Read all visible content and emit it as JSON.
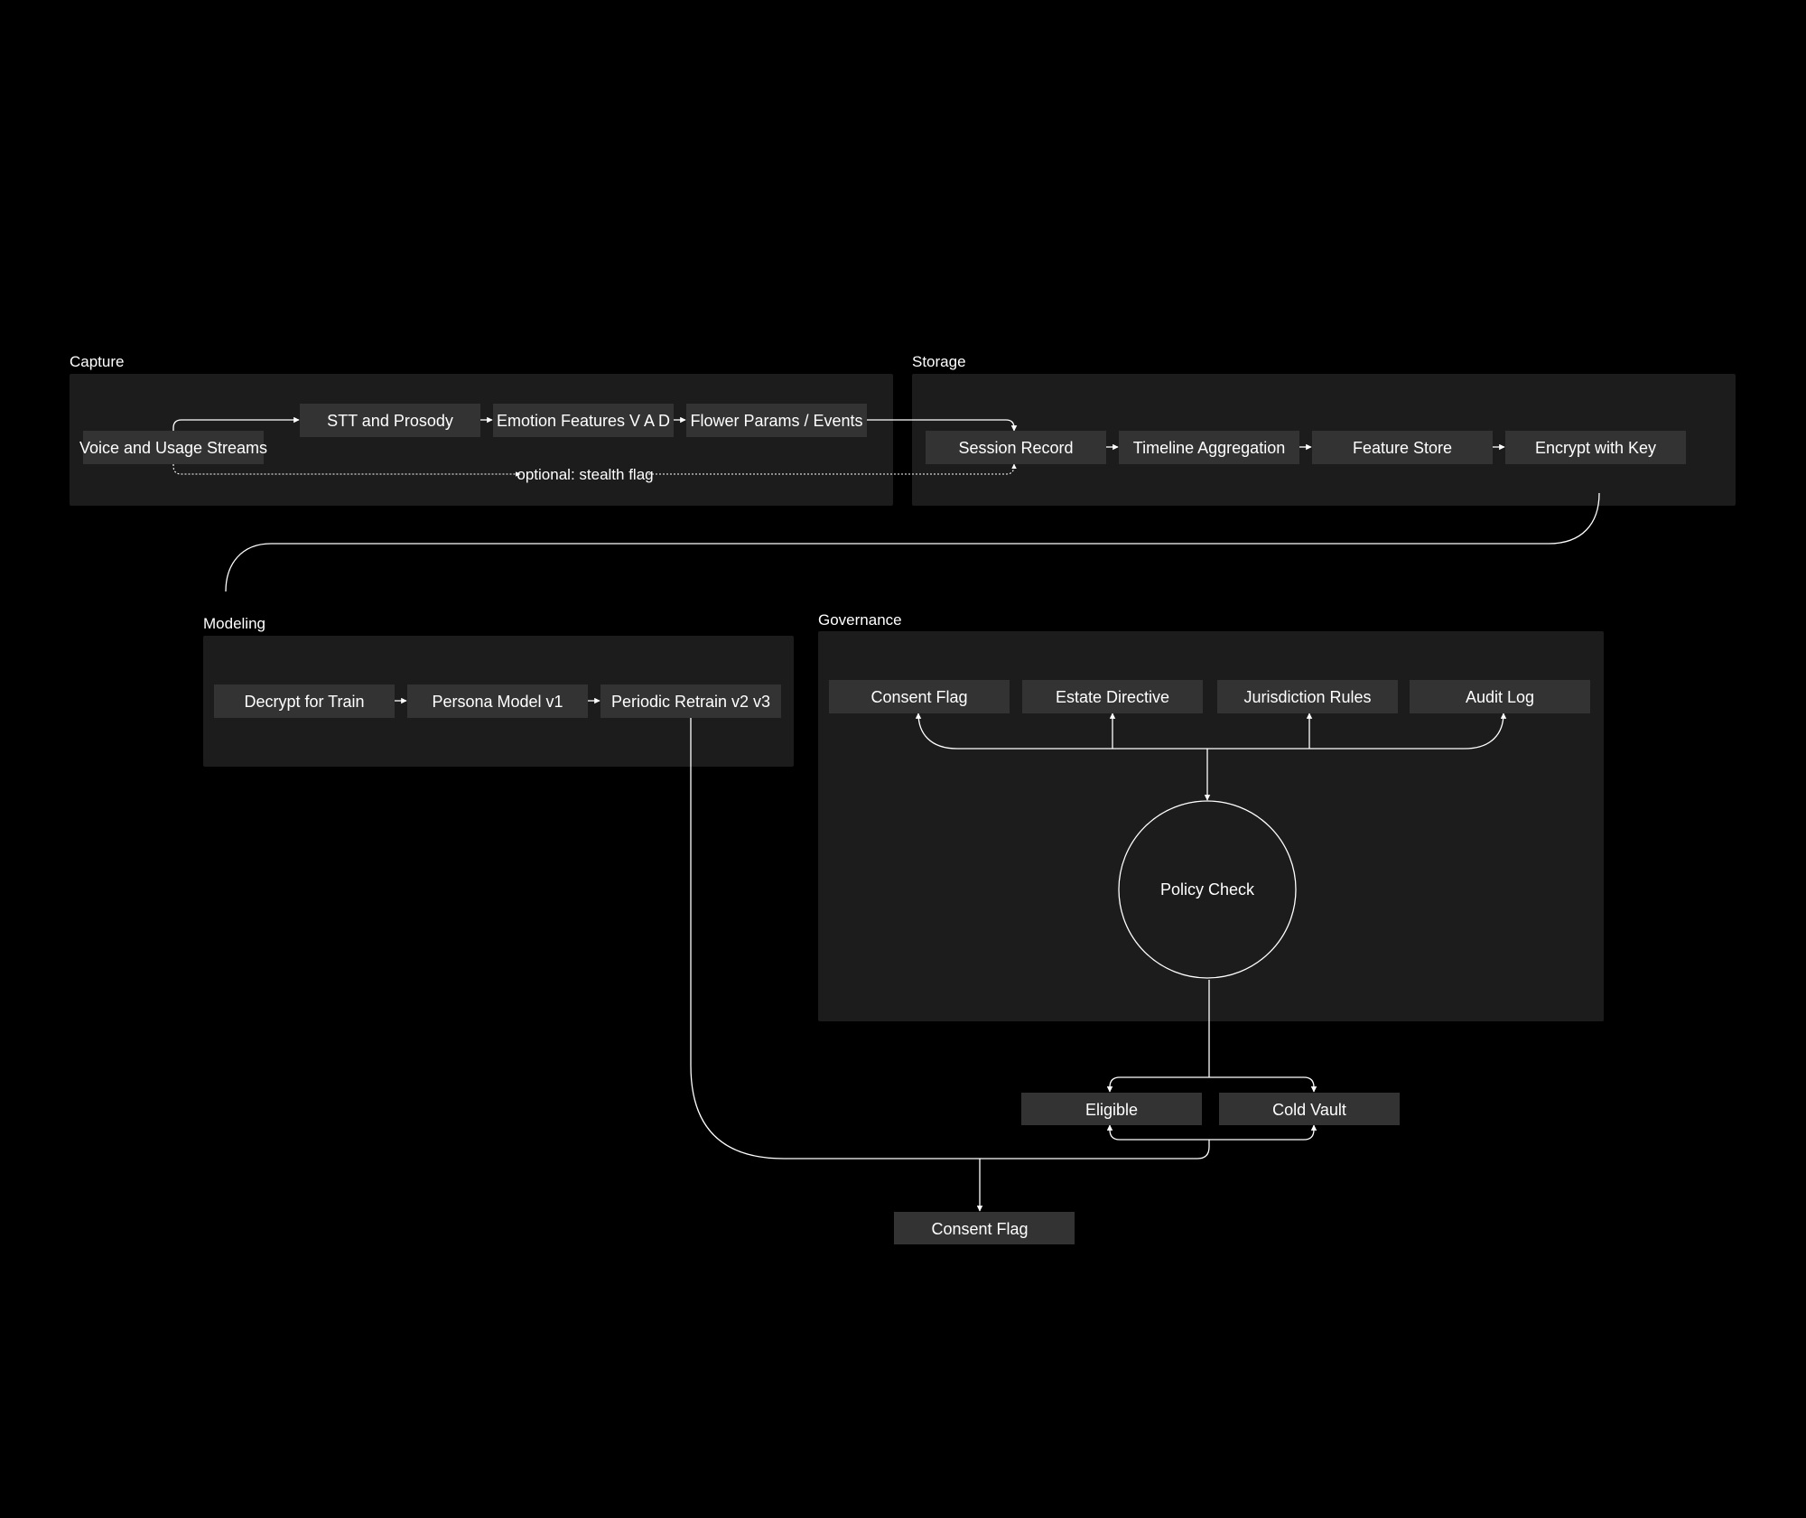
{
  "colors": {
    "background": "#000000",
    "group_fill": "#1c1c1c",
    "node_fill": "#333333",
    "edge_stroke": "#ffffff",
    "text": "#ffffff"
  },
  "groups": {
    "capture": "Capture",
    "storage": "Storage",
    "modeling": "Modeling",
    "governance": "Governance"
  },
  "nodes": {
    "voice_streams": "Voice and Usage Streams",
    "stt_prosody": "STT and Prosody",
    "emotion_features": "Emotion Features V A D",
    "flower_params": "Flower Params / Events",
    "session_record": "Session Record",
    "timeline_aggregation": "Timeline Aggregation",
    "feature_store": "Feature Store",
    "encrypt_key": "Encrypt with Key",
    "decrypt_train": "Decrypt for Train",
    "persona_model": "Persona Model v1",
    "periodic_retrain": "Periodic Retrain v2 v3",
    "consent_flag_gov": "Consent Flag",
    "estate_directive": "Estate Directive",
    "jurisdiction_rules": "Jurisdiction Rules",
    "audit_log": "Audit Log",
    "policy_check": "Policy Check",
    "eligible": "Eligible",
    "cold_vault": "Cold Vault",
    "consent_flag_out": "Consent Flag"
  },
  "edges": {
    "stealth_flag": "optional: stealth flag"
  }
}
